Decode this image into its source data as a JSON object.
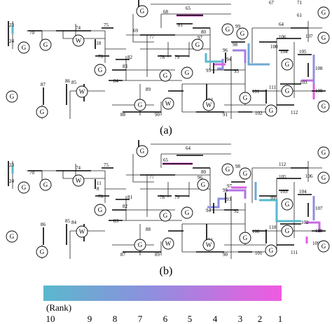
{
  "panels": [
    {
      "label": "(a)",
      "bus_numbers": [
        "23",
        "24",
        "70",
        "74",
        "75",
        "118",
        "76",
        "77",
        "78",
        "79",
        "80",
        "81",
        "82",
        "83",
        "84",
        "85",
        "86",
        "87",
        "88",
        "89",
        "90",
        "91",
        "92",
        "93",
        "94",
        "95",
        "96",
        "97",
        "98",
        "99",
        "100",
        "101",
        "102",
        "103",
        "104",
        "105",
        "106",
        "107",
        "108",
        "109",
        "110",
        "111",
        "112",
        "64",
        "65",
        "68",
        "69",
        "61",
        "67",
        "71"
      ],
      "highlighted_lines": [
        {
          "id": "a1",
          "rank": 10
        },
        {
          "id": "a2",
          "rank": 9
        },
        {
          "id": "a3",
          "rank": 8
        },
        {
          "id": "a4",
          "rank": 7
        },
        {
          "id": "a5",
          "rank": 6
        },
        {
          "id": "a6",
          "rank": 5
        },
        {
          "id": "a7",
          "rank": 4
        },
        {
          "id": "a8",
          "rank": 3
        },
        {
          "id": "a9",
          "rank": 2
        },
        {
          "id": "a10",
          "rank": 1
        }
      ]
    },
    {
      "label": "(b)",
      "bus_numbers": [
        "23",
        "24",
        "70",
        "74",
        "75",
        "11",
        "8",
        "76",
        "77",
        "78",
        "79",
        "80",
        "81",
        "82",
        "83",
        "84",
        "85",
        "86",
        "87",
        "88",
        "89",
        "90",
        "91",
        "92",
        "93",
        "94",
        "95",
        "96",
        "97",
        "98",
        "99",
        "100",
        "101",
        "102",
        "103",
        "104",
        "105",
        "106",
        "107",
        "108",
        "109",
        "110",
        "111",
        "112",
        "64",
        "65",
        "68"
      ],
      "highlighted_lines": [
        {
          "id": "b1",
          "rank": 10
        },
        {
          "id": "b2",
          "rank": 9
        },
        {
          "id": "b3",
          "rank": 8
        },
        {
          "id": "b4",
          "rank": 7
        },
        {
          "id": "b5",
          "rank": 6
        },
        {
          "id": "b6",
          "rank": 5
        },
        {
          "id": "b7",
          "rank": 4
        },
        {
          "id": "b8",
          "rank": 3
        },
        {
          "id": "b9",
          "rank": 2
        },
        {
          "id": "b10",
          "rank": 1
        }
      ]
    }
  ],
  "generator_symbol": "G",
  "wind_symbol": "W",
  "colorbar": {
    "title": "(Rank)",
    "ticks": [
      "10",
      "9",
      "8",
      "7",
      "6",
      "5",
      "4",
      "3",
      "2",
      "1"
    ],
    "color_low": "#5ab8cc",
    "color_mid": "#8e8fde",
    "color_high": "#f05ae0"
  }
}
